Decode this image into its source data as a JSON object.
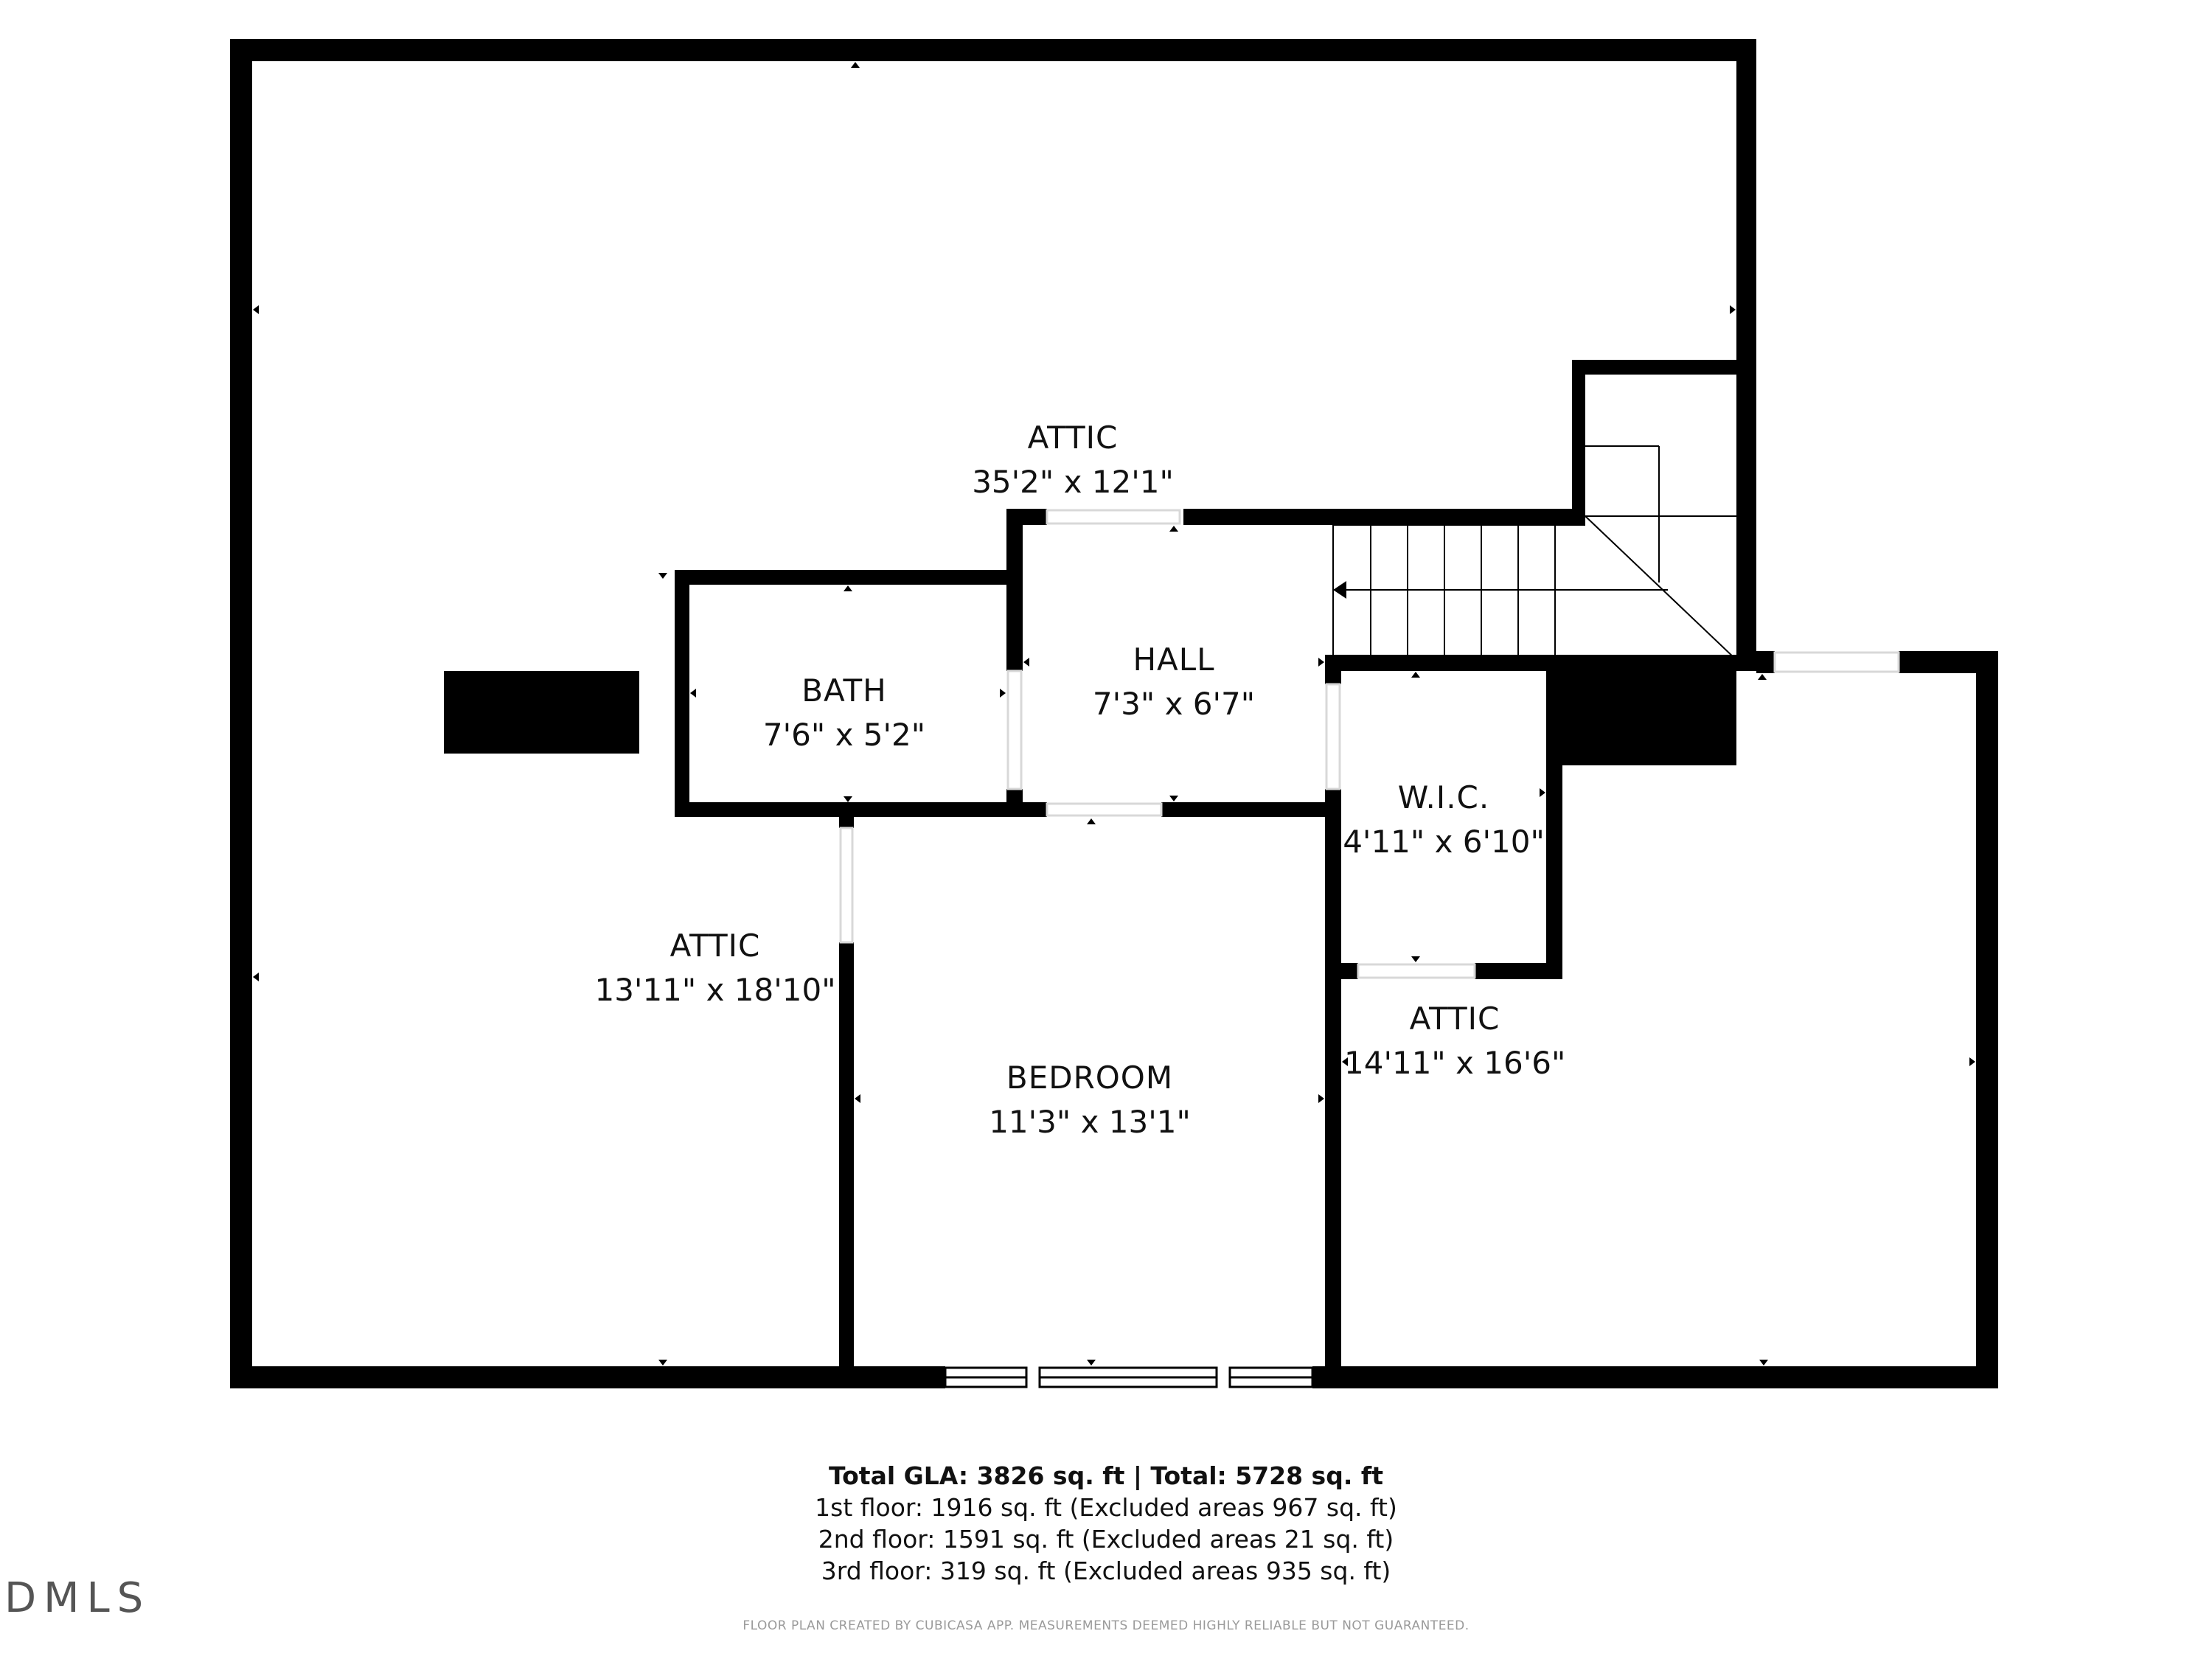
{
  "rooms": [
    {
      "id": "attic-main",
      "name": "ATTIC",
      "dims": "35'2\" x 12'1\""
    },
    {
      "id": "bath",
      "name": "BATH",
      "dims": "7'6\" x 5'2\""
    },
    {
      "id": "hall",
      "name": "HALL",
      "dims": "7'3\" x 6'7\""
    },
    {
      "id": "wic",
      "name": "W.I.C.",
      "dims": "4'11\" x 6'10\""
    },
    {
      "id": "attic-left",
      "name": "ATTIC",
      "dims": "13'11\" x 18'10\""
    },
    {
      "id": "bedroom",
      "name": "BEDROOM",
      "dims": "11'3\" x 13'1\""
    },
    {
      "id": "attic-right",
      "name": "ATTIC",
      "dims": "14'11\" x 16'6\""
    }
  ],
  "summary": {
    "total": "Total GLA: 3826 sq. ft | Total: 5728 sq. ft",
    "floor1": "1st floor: 1916 sq. ft (Excluded areas 967 sq. ft)",
    "floor2": "2nd floor: 1591 sq. ft (Excluded areas 21 sq. ft)",
    "floor3": "3rd floor: 319 sq. ft (Excluded areas 935 sq. ft)"
  },
  "disclaimer": "FLOOR PLAN CREATED BY CUBICASA APP. MEASUREMENTS DEEMED HIGHLY RELIABLE BUT NOT GUARANTEED.",
  "logo": "DMLS",
  "colors": {
    "wall": "#000000",
    "background": "#ffffff"
  }
}
